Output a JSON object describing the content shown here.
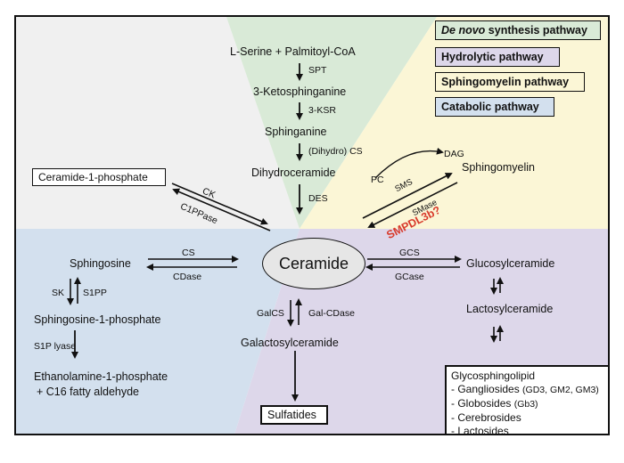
{
  "colors": {
    "denovo": "#d9ead7",
    "hydrolytic": "#ddd7ea",
    "sphingomyelin": "#fbf6d6",
    "catabolic": "#d3e0ee",
    "top_left": "#f0f0f0",
    "highlight_red": "#d83a2b"
  },
  "legend": {
    "denovo_em": "De novo",
    "denovo_rest": " synthesis pathway",
    "hydrolytic": "Hydrolytic pathway",
    "sphingomyelin": "Sphingomyelin pathway",
    "catabolic": "Catabolic pathway"
  },
  "denovo": {
    "start": "L-Serine + Palmitoyl-CoA",
    "spt": "SPT",
    "ketosphinganine": "3-Ketosphinganine",
    "ksr": "3-KSR",
    "sphinganine": "Sphinganine",
    "dihydro_cs": "(Dihydro) CS",
    "dihydroceramide": "Dihydroceramide",
    "des": "DES"
  },
  "center": "Ceramide",
  "c1p": {
    "box": "Ceramide-1-phosphate",
    "ck": "CK",
    "c1ppase": "C1PPase"
  },
  "sm": {
    "pc": "PC",
    "dag": "DAG",
    "sms": "SMS",
    "smase": "SMase",
    "sphingomyelin": "Sphingomyelin",
    "smpdl3b": "SMPDL3b?"
  },
  "catabolic": {
    "cs": "CS",
    "cdase": "CDase",
    "sphingosine": "Sphingosine",
    "sk": "SK",
    "s1pp": "S1PP",
    "s1p": "Sphingosine-1-phosphate",
    "s1p_lyase": "S1P lyase",
    "products_1": "Ethanolamine-1-phosphate",
    "products_2": "+ C16 fatty aldehyde"
  },
  "galacto": {
    "galcs": "GalCS",
    "gal_cdase": "Gal-CDase",
    "galactosylceramide": "Galactosylceramide",
    "sulfatides": "Sulfatides"
  },
  "gluco": {
    "gcs": "GCS",
    "gcase": "GCase",
    "glucosylceramide": "Glucosylceramide",
    "lactosylceramide": "Lactosylceramide",
    "gsl_title": "Glycosphingolipid",
    "gang_label": "- Gangliosides ",
    "gang_sub": "(GD3, GM2, GM3)",
    "glob_label": "- Globosides ",
    "glob_sub": "(Gb3)",
    "cerebrosides": "- Cerebrosides",
    "lactosides": "- Lactosides"
  }
}
